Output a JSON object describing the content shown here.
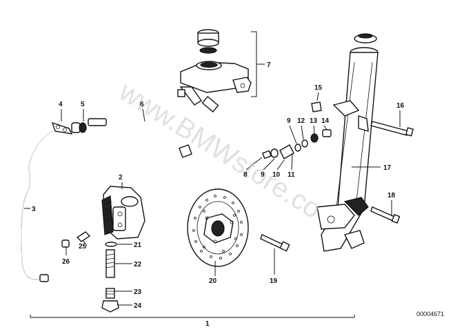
{
  "diagram": {
    "watermark": "www.BMWstore.co",
    "reference_number": "00004671",
    "callouts": {
      "c1": "1",
      "c2": "2",
      "c3": "3",
      "c4": "4",
      "c5": "5",
      "c6": "6",
      "c7": "7",
      "c8": "8",
      "c9a": "9",
      "c9b": "9",
      "c10": "10",
      "c11": "11",
      "c12": "12",
      "c13": "13",
      "c14": "14",
      "c15": "15",
      "c16": "16",
      "c17": "17",
      "c18": "18",
      "c19": "19",
      "c20": "20",
      "c21": "21",
      "c22": "22",
      "c23": "23",
      "c24": "24",
      "c25": "25",
      "c26": "26"
    }
  }
}
